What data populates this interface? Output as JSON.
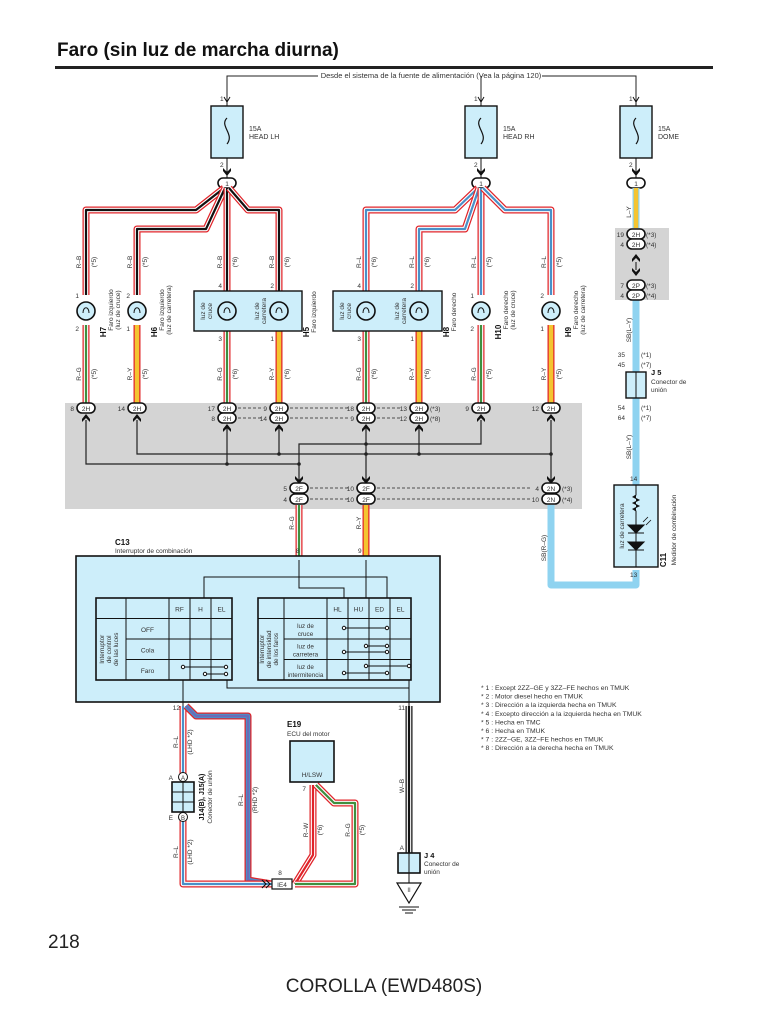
{
  "page": {
    "title": "Faro (sin luz de marcha diurna)",
    "page_number": "218",
    "footer": "COROLLA (EWD480S)",
    "power_source_note": "Desde el sistema de la fuente de alimentación (Vea la página 120)"
  },
  "colors": {
    "component_fill": "#cdeefa",
    "junction_area": "#d4d4d4",
    "wire_red": "#e0242a",
    "wire_blue": "#4a90c8",
    "wire_green": "#3f8f3f",
    "wire_yellow": "#f4c430",
    "wire_sky": "#8fd3f0"
  },
  "fuses": [
    {
      "id": "head-lh",
      "amp": "15A",
      "name": "HEAD LH",
      "pin_in": "1",
      "pin_out": "2",
      "connector": "1"
    },
    {
      "id": "head-rh",
      "amp": "15A",
      "name": "HEAD RH",
      "pin_in": "1",
      "pin_out": "2",
      "connector": "1"
    },
    {
      "id": "dome",
      "amp": "15A",
      "name": "DOME",
      "pin_in": "1",
      "pin_out": "2",
      "connector": "1"
    }
  ],
  "lamps": [
    {
      "code": "H7",
      "desc": "Faro izquierdo (luz de cruce)",
      "top_wire": "R–B",
      "top_note": "(*5)",
      "top_pin": "1",
      "bottom_pin": "2",
      "bottom_wire": "R–G",
      "bottom_note": "(*5)"
    },
    {
      "code": "H6",
      "desc": "Faro izquierdo (luz de carretera)",
      "top_wire": "R–B",
      "top_note": "(*5)",
      "top_pin": "2",
      "bottom_pin": "1",
      "bottom_wire": "R–Y",
      "bottom_note": "(*5)"
    },
    {
      "code": "H5",
      "desc": "Faro izquierdo",
      "low_label": "luz de cruce",
      "high_label": "luz de carretera",
      "top_wire_a": "R–B",
      "top_note_a": "(*6)",
      "top_pin_a": "4",
      "top_wire_b": "R–B",
      "top_note_b": "(*6)",
      "top_pin_b": "2",
      "bottom_pin_a": "3",
      "bottom_wire_a": "R–G",
      "bottom_note_a": "(*6)",
      "bottom_pin_b": "1",
      "bottom_wire_b": "R–Y",
      "bottom_note_b": "(*6)"
    },
    {
      "code": "H8",
      "desc": "Faro derecho",
      "low_label": "luz de cruce",
      "high_label": "luz de carretera",
      "top_wire_a": "R–L",
      "top_note_a": "(*6)",
      "top_pin_a": "4",
      "top_wire_b": "R–L",
      "top_note_b": "(*6)",
      "top_pin_b": "2",
      "bottom_pin_a": "3",
      "bottom_wire_a": "R–G",
      "bottom_note_a": "(*6)",
      "bottom_pin_b": "1",
      "bottom_wire_b": "R–Y",
      "bottom_note_b": "(*6)"
    },
    {
      "code": "H10",
      "desc": "Faro derecho (luz de cruce)",
      "top_wire": "R–L",
      "top_note": "(*5)",
      "top_pin": "1",
      "bottom_pin": "2",
      "bottom_wire": "R–G",
      "bottom_note": "(*5)"
    },
    {
      "code": "H9",
      "desc": "Faro derecho (luz de carretera)",
      "top_wire": "R–L",
      "top_note": "(*5)",
      "top_pin": "2",
      "bottom_pin": "1",
      "bottom_wire": "R–Y",
      "bottom_note": "(*5)"
    }
  ],
  "junction_2h": {
    "row1": [
      {
        "pin": "8",
        "conn": "2H"
      },
      {
        "pin": "14",
        "conn": "2H"
      },
      {
        "pin": "17",
        "conn": "2H"
      },
      {
        "pin": "9",
        "conn": "2H"
      },
      {
        "pin": "18",
        "conn": "2H"
      },
      {
        "pin": "13",
        "conn": "2H",
        "note": "(*3)"
      },
      {
        "pin": "9",
        "conn": "2H"
      },
      {
        "pin": "12",
        "conn": "2H"
      }
    ],
    "row2": [
      {
        "pin": "8",
        "conn": "2H"
      },
      {
        "pin": "14",
        "conn": "2H"
      },
      {
        "pin": "9",
        "conn": "2H"
      },
      {
        "pin": "12",
        "conn": "2H",
        "note": "(*8)"
      }
    ],
    "lower_row1": [
      {
        "pin": "5",
        "conn": "2F"
      },
      {
        "pin": "10",
        "conn": "2F"
      },
      {
        "pin": "4",
        "conn": "2N",
        "note": "(*3)"
      }
    ],
    "lower_row2": [
      {
        "pin": "4",
        "conn": "2F"
      },
      {
        "pin": "10",
        "conn": "2F"
      },
      {
        "pin": "10",
        "conn": "2N",
        "note": "(*4)"
      }
    ]
  },
  "dome_branch": {
    "wire_top": "L–Y",
    "conn_2h": [
      {
        "pin": "19",
        "conn": "2H",
        "note": "(*3)"
      },
      {
        "pin": "4",
        "conn": "2H",
        "note": "(*4)"
      }
    ],
    "conn_2p": [
      {
        "pin": "7",
        "conn": "2P",
        "note": "(*3)"
      },
      {
        "pin": "4",
        "conn": "2P",
        "note": "(*4)"
      }
    ],
    "wire_mid": "SB(L–Y)",
    "j5_pins_top": [
      {
        "pin": "35",
        "note": "(*1)"
      },
      {
        "pin": "45",
        "note": "(*7)"
      }
    ],
    "j5_code": "J 5",
    "j5_desc": "Conector de unión",
    "j5_pins_bottom": [
      {
        "pin": "54",
        "note": "(*1)"
      },
      {
        "pin": "64",
        "note": "(*7)"
      }
    ],
    "wire_low": "SB(L–Y)"
  },
  "meter": {
    "code": "C11",
    "desc": "Medidor de combinación",
    "indicator": "luz de carretera",
    "pin_top": "14",
    "pin_bottom": "13",
    "wire_from_2n": "SB(R–G)"
  },
  "combo_switch": {
    "code": "C13",
    "desc": "Interruptor de combinación",
    "wire_in_a": "R–G",
    "pin_in_a": "8",
    "wire_in_b": "R–Y",
    "pin_in_b": "9",
    "light_control": {
      "label": "Interruptor de control de las luces",
      "columns": [
        "RF",
        "H",
        "EL"
      ],
      "rows": [
        "OFF",
        "Cola",
        "Faro"
      ]
    },
    "dimmer": {
      "label": "Interruptor de intensidad de los faros",
      "columns": [
        "HL",
        "HU",
        "ED",
        "EL"
      ],
      "rows": [
        "luz de cruce",
        "luz de carretera",
        "luz de intermitencia"
      ]
    },
    "pin_out_left": "12",
    "pin_out_right": "11"
  },
  "lower": {
    "wire_12": "R–L",
    "note_lhd": "(LHD *2)",
    "jconn_code": "J14(B), J15(A)",
    "jconn_desc": "Conector de unión",
    "jconn_pin_a": "A",
    "jconn_pin_e": "E",
    "jconn_a": "A",
    "jconn_b": "B",
    "wire_lower": "R–L",
    "note_lower": "(LHD *2)",
    "wire_rhd": "R–L",
    "note_rhd": "(RHD *2)",
    "ecu_code": "E19",
    "ecu_desc": "ECU del motor",
    "ecu_terminal": "H/LSW",
    "ecu_pin": "7",
    "wire_rw": "R–W",
    "note_rw": "(*6)",
    "wire_rg": "R–G",
    "note_rg": "(*5)",
    "ie4": "IE4",
    "ie4_pin": "8",
    "wire_11": "W–B",
    "j4_pin": "A",
    "j4_code": "J 4",
    "j4_desc": "Conector de unión",
    "ground_label": "II"
  },
  "notes": [
    "* 1 : Except 2ZZ–GE y 3ZZ–FE hechos en TMUK",
    "* 2 : Motor diesel hecho en TMUK",
    "* 3 : Dirección a la izquierda hecha en TMUK",
    "* 4 : Excepto dirección a la izquierda hecha en TMUK",
    "* 5 : Hecha en TMC",
    "* 6 : Hecha en TMUK",
    "* 7 : 2ZZ–GE,  3ZZ–FE hechos en TMUK",
    "* 8 : Dirección a la derecha hecha en TMUK"
  ]
}
